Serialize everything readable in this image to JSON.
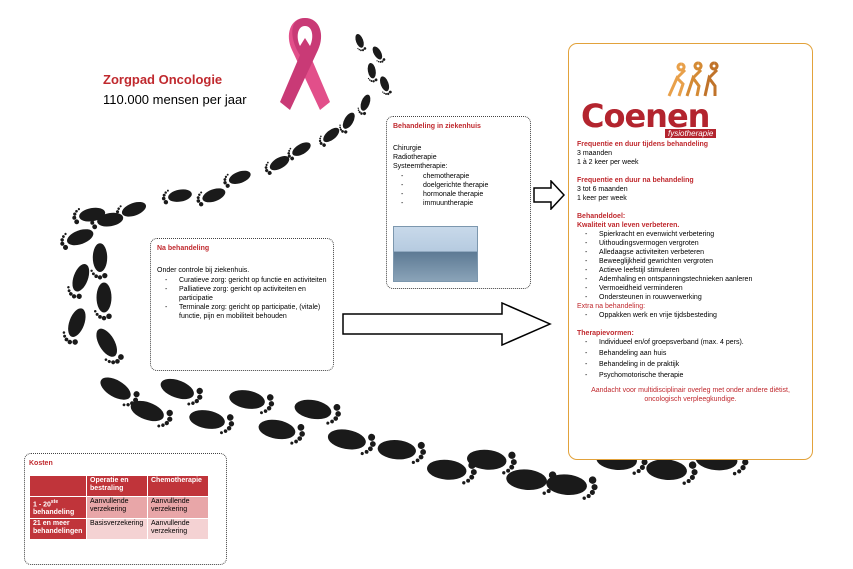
{
  "header": {
    "title": "Zorgpad Oncologie",
    "subtitle": "110.000 mensen per jaar"
  },
  "colors": {
    "accent_red": "#c0292e",
    "ribbon_pink": "#e24f8a",
    "coenen_border": "#e2a23b",
    "footprint": "#1a1a1a"
  },
  "hospital": {
    "heading": "Behandeling in ziekenhuis",
    "items": [
      "Chirurgie",
      "Radiotherapie",
      "Systeemtherapie:"
    ],
    "therapies": [
      "chemotherapie",
      "doelgerichte therapie",
      "hormonale therapie",
      "immuuntherapie"
    ]
  },
  "after": {
    "heading": "Na behandeling",
    "intro": "Onder controle bij ziekenhuis.",
    "items": [
      "Curatieve zorg: gericht op functie en activiteiten",
      "Palliatieve zorg: gericht op activiteiten en participatie",
      "Terminale zorg: gericht op participatie, (vitale) functie, pijn en mobiliteit behouden"
    ]
  },
  "coenen": {
    "logo_text": "Coenen",
    "logo_sub": "fysiotherapie",
    "freq_during_heading": "Frequentie en duur tijdens behandeling",
    "freq_during": [
      "3 maanden",
      "1 à 2 keer per week"
    ],
    "freq_after_heading": "Frequentie en duur na behandeling",
    "freq_after": [
      "3 tot 6 maanden",
      "1 keer per week"
    ],
    "goal_heading": "Behandeldoel:",
    "goal_sub": "Kwaliteit van leven verbeteren.",
    "goals": [
      "Spierkracht en evenwicht verbetering",
      "Uithoudingsvermogen vergroten",
      "Alledaagse activiteiten verbeteren",
      "Beweeglijkheid gewrichten vergroten",
      "Actieve leefstijl stimuleren",
      "Ademhaling en ontspanningstechnieken aanleren",
      "Vermoeidheid verminderen",
      "Ondersteunen in rouwverwerking"
    ],
    "extra_heading": "Extra na behandeling:",
    "extra": [
      "Oppakken werk en vrije tijdsbesteding"
    ],
    "forms_heading": "Therapievormen:",
    "forms": [
      "Individueel en/of groepsverband (max. 4 pers).",
      "Behandeling aan huis",
      "Behandeling in de praktijk",
      "Psychomotorische therapie"
    ],
    "note": "Aandacht voor multidisciplinair overleg met onder andere diëtist, oncologisch verpleegkundige."
  },
  "kosten": {
    "heading": "Kosten",
    "columns": [
      "",
      "Operatie en bestraling",
      "Chemotherapie"
    ],
    "rows": [
      {
        "label_main": "1 - 20",
        "label_sup": "ste",
        "label_end": "behandeling",
        "c1": "Aanvullende verzekering",
        "c2": "Aanvullende verzekering"
      },
      {
        "label_main": "21 en meer behandelingen",
        "label_sup": "",
        "label_end": "",
        "c1": "Basisverzekering",
        "c2": "Aanvullende verzekering"
      }
    ]
  }
}
